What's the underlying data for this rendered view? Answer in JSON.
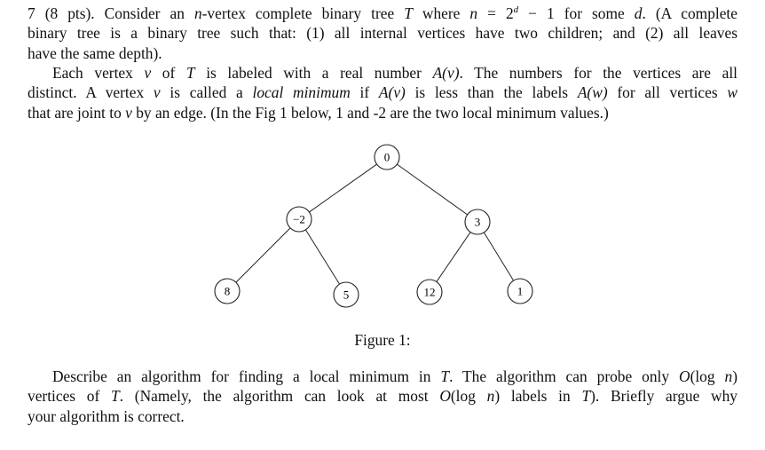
{
  "problem": {
    "intro_lines": [
      {
        "pre": "7 (8 pts). Consider an ",
        "em1": "n",
        "mid1": "-vertex complete binary tree ",
        "em2": "T",
        "mid2": " where ",
        "em3": "n",
        "mid3": " = 2",
        "sup": "d",
        "post": " − 1 for some ",
        "em4": "d",
        "end": ". (A complete"
      },
      {
        "text": "binary tree is a binary tree such that: (1) all internal vertices have two children; and (2) all leaves"
      },
      {
        "text": "have the same depth)."
      }
    ],
    "definition_lines": [
      {
        "a": "Each vertex ",
        "b": "v",
        "c": " of ",
        "d": "T",
        "e": " is labeled with a real number ",
        "f": "A(v)",
        "g": ". The numbers for the vertices are all"
      },
      {
        "a": "distinct. A vertex ",
        "b": "v",
        "c": " is called a ",
        "d": "local minimum",
        "e": " if ",
        "f": "A(v)",
        "g": " is less than the labels ",
        "h": "A(w)",
        "i": " for all vertices ",
        "j": "w"
      },
      {
        "a": "that are joint to ",
        "b": "v",
        "c": " by an edge. (In the Fig 1 below, 1 and -2 are the two local minimum values.)"
      }
    ],
    "caption": "Figure 1:",
    "task_lines": [
      {
        "a": "Describe an algorithm for finding a local minimum in ",
        "b": "T",
        "c": ". The algorithm can probe only ",
        "d": "O",
        "e": "(log ",
        "f": "n",
        "g": ")"
      },
      {
        "a": "vertices of ",
        "b": "T",
        "c": ". (Namely, the algorithm can look at most ",
        "d": "O",
        "e": "(log ",
        "f": "n",
        "g": ") labels in ",
        "h": "T",
        "i": "). Briefly argue why"
      },
      {
        "a": "your algorithm is correct."
      }
    ]
  },
  "tree": {
    "nodes": [
      {
        "id": "root",
        "label": "0"
      },
      {
        "id": "left",
        "label": "−2"
      },
      {
        "id": "right",
        "label": "3"
      },
      {
        "id": "ll",
        "label": "8"
      },
      {
        "id": "lr",
        "label": "5"
      },
      {
        "id": "rl",
        "label": "12"
      },
      {
        "id": "rr",
        "label": "1"
      }
    ],
    "edges": [
      [
        "root",
        "left"
      ],
      [
        "root",
        "right"
      ],
      [
        "left",
        "ll"
      ],
      [
        "left",
        "lr"
      ],
      [
        "right",
        "rl"
      ],
      [
        "right",
        "rr"
      ]
    ]
  }
}
